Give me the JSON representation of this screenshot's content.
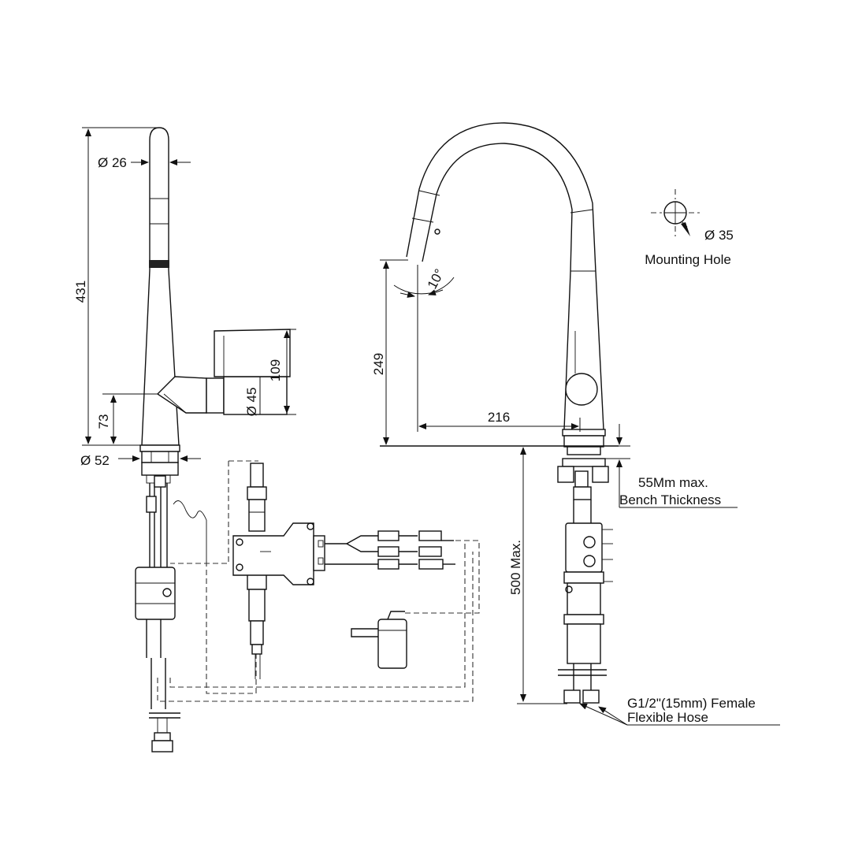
{
  "side_view": {
    "dia_spout": "Ø 26",
    "height_total": "431",
    "height_handle": "109",
    "dia_handle": "Ø 45",
    "height_lever": "73",
    "dia_base": "Ø 52"
  },
  "front_view": {
    "height_outlet": "249",
    "angle": "10°",
    "reach": "216",
    "below_bench": "500 Max.",
    "bench_label_1": "55Mm max.",
    "bench_label_2": "Bench Thickness",
    "hose_label_1": "G1/2\"(15mm) Female",
    "hose_label_2": "Flexible Hose"
  },
  "mounting": {
    "dia": "Ø 35",
    "label": "Mounting Hole"
  }
}
